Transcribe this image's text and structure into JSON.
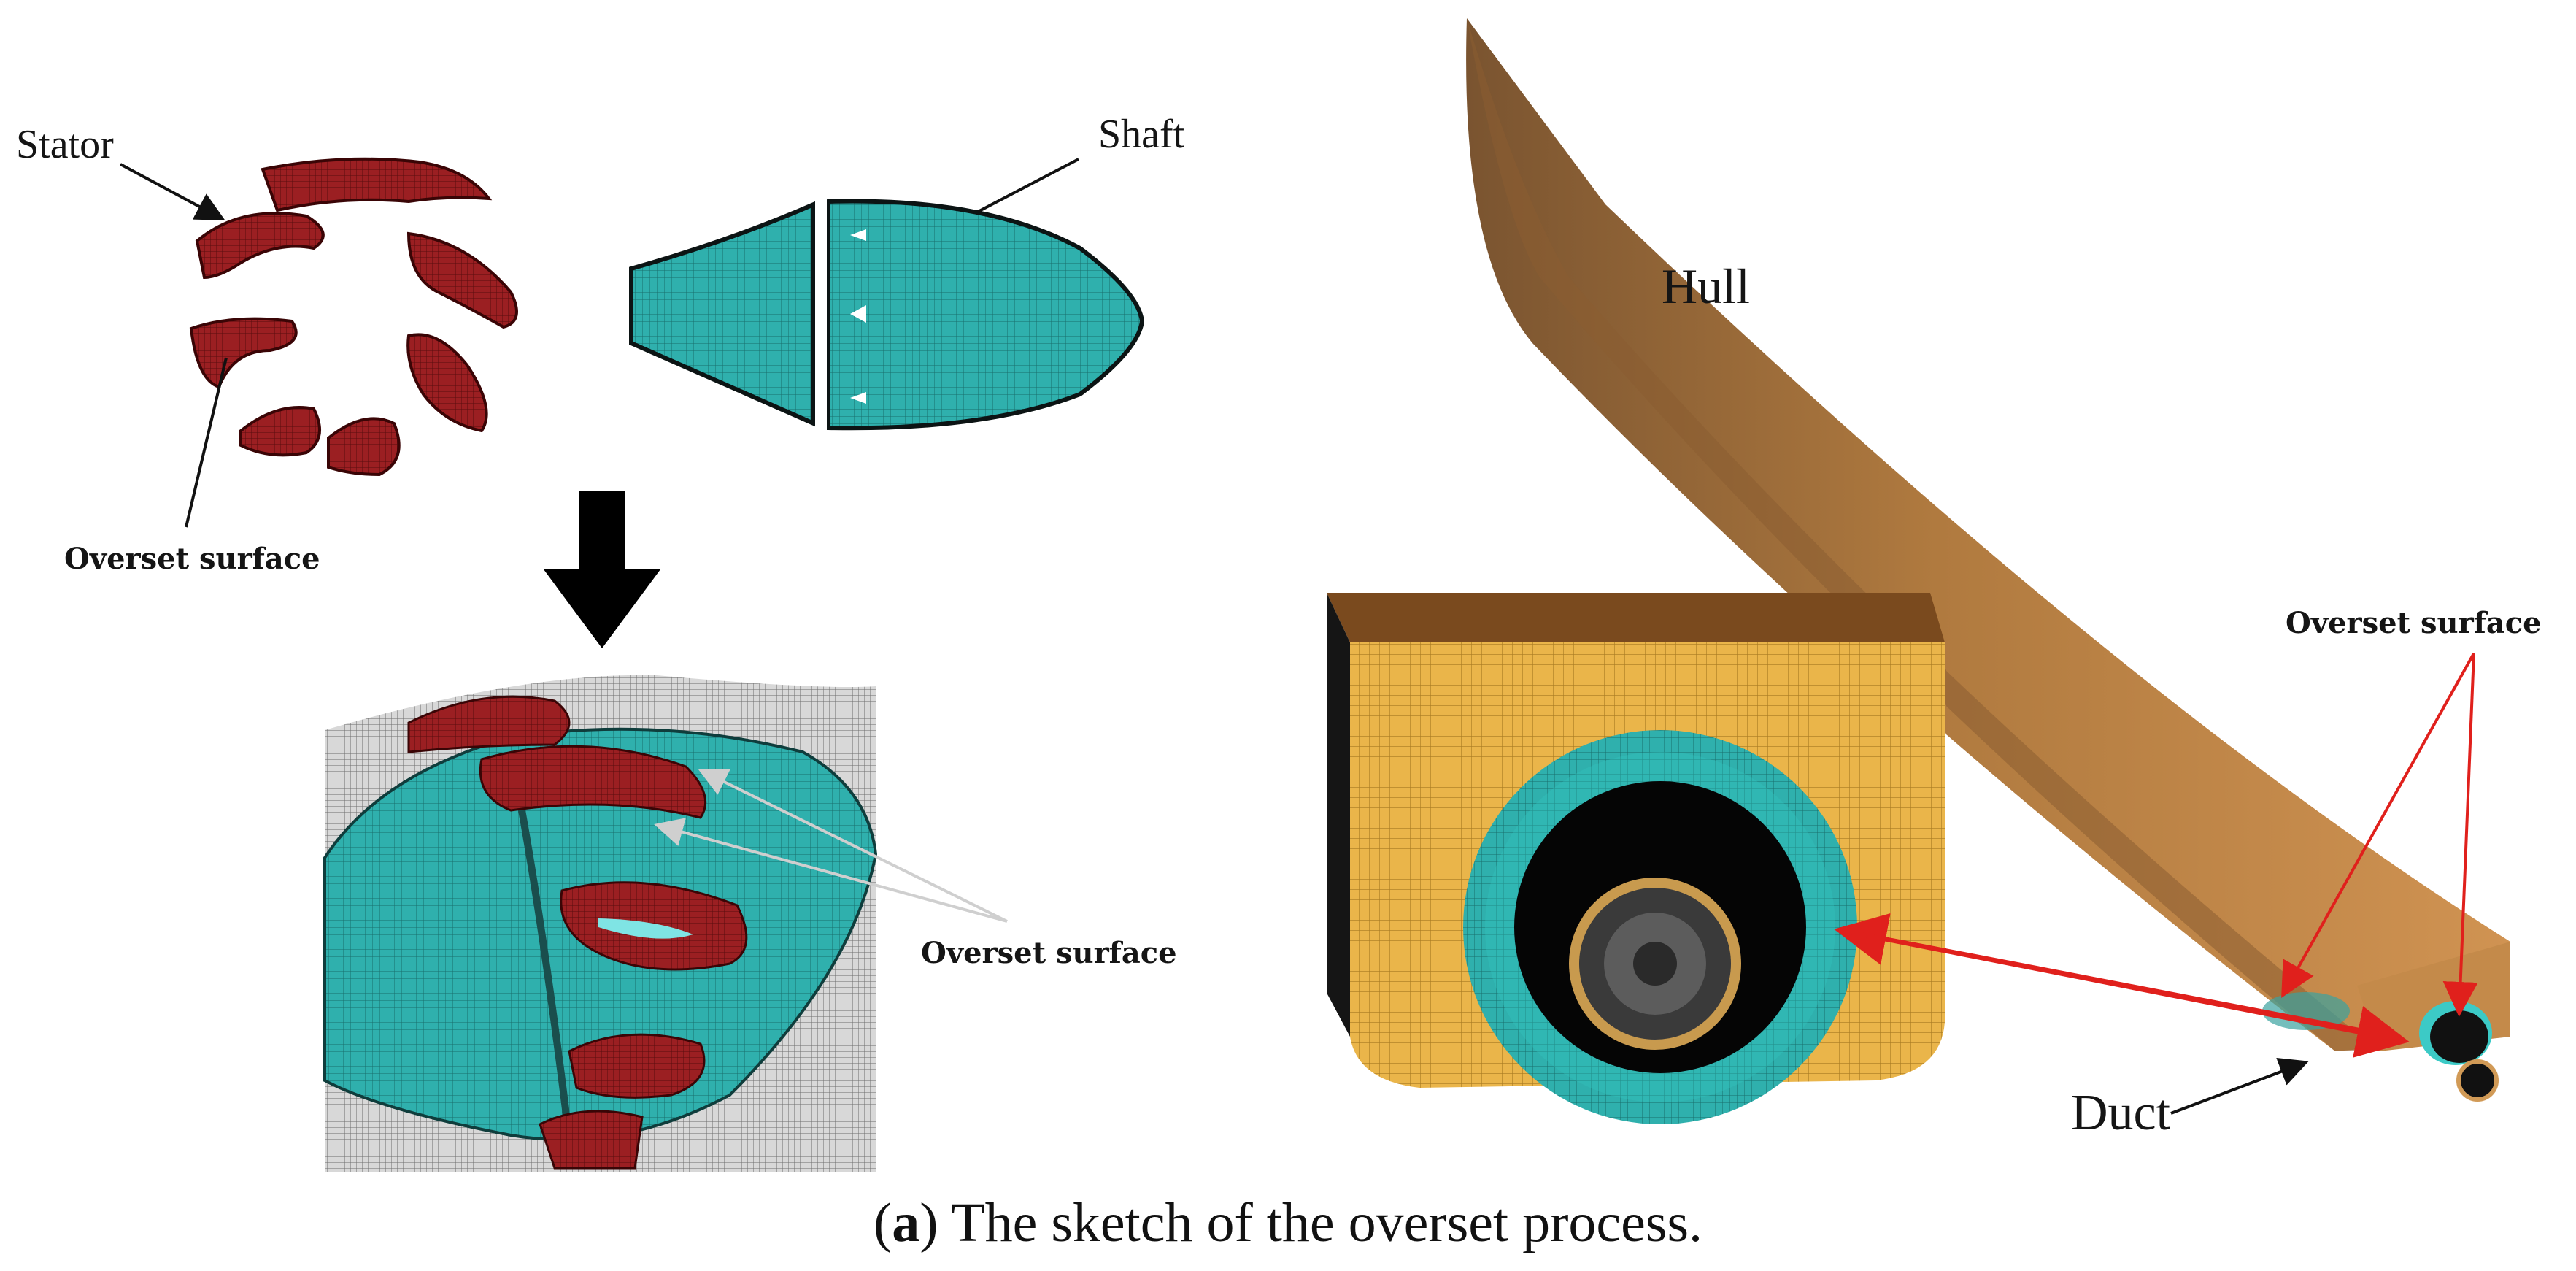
{
  "figure": {
    "labels": {
      "stator": "Stator",
      "shaft": "Shaft",
      "overset_surface_left": "Overset surface",
      "overset_surface_middle": "Overset surface",
      "overset_surface_right": "Overset surface",
      "hull": "Hull",
      "duct": "Duct"
    },
    "caption": {
      "part_letter": "a",
      "text": " The sketch of the overset process."
    },
    "colors": {
      "stator_red": "#8a1a1e",
      "mesh_cyan": "#2aa7a7",
      "hull_orange": "#c98a45",
      "hull_dark": "#7a4f26",
      "mesh_yellow": "#e9b84a",
      "arrow_red": "#e0201c"
    }
  }
}
